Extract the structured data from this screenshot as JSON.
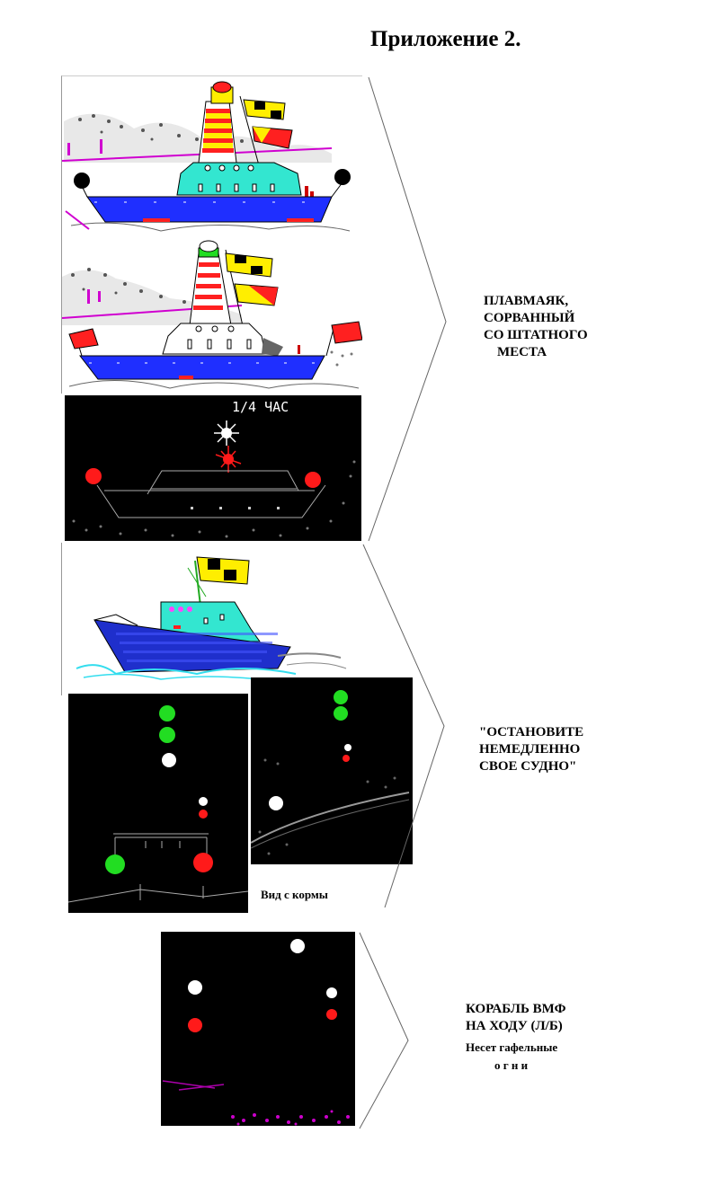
{
  "page": {
    "title": "Приложение 2."
  },
  "sections": [
    {
      "id": "lightship",
      "caption_lines": [
        "ПЛАВМАЯК,",
        "СОРВАННЫЙ",
        "СО ШТАТНОГО",
        "    МЕСТА"
      ]
    },
    {
      "id": "stop-vessel",
      "caption_lines": [
        "\"ОСТАНОВИТЕ",
        "НЕМЕДЛЕННО",
        "СВОЕ СУДНО\""
      ]
    },
    {
      "id": "warship",
      "caption_lines": [
        "КОРАБЛЬ ВМФ",
        "НА ХОДУ (Л/Б)"
      ],
      "sub_caption_lines": [
        "Несет гафельные",
        "о г н и"
      ]
    }
  ],
  "labels": {
    "quarter_hour": "1/4 ЧАС",
    "stern_view": "Вид с кормы"
  },
  "colors": {
    "night_background": "#000000",
    "light_red": "#ff1a1a",
    "light_green": "#22dd22",
    "light_white": "#ffffff",
    "hull_blue": "#1f2fff",
    "superstructure_cyan": "#33e6d0",
    "flag_yellow": "#ffee00"
  }
}
